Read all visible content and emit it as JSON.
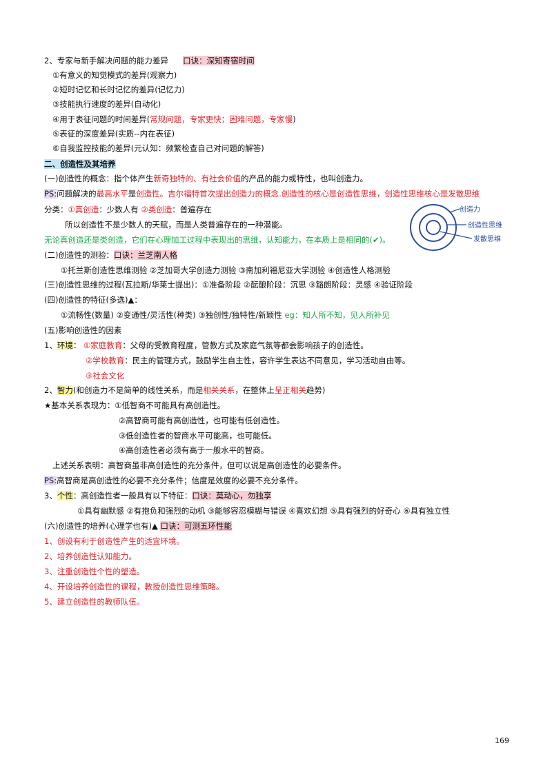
{
  "l1a": "2、专家与新手解决问题的能力差异",
  "l1b": "口诀：深知寄宿时间",
  "l2": "①有意义的知觉模式的差异(观察力)",
  "l3": "②短时记忆和长时记忆的差异(记忆力)",
  "l4": "③技能执行速度的差异(自动化)",
  "l5a": "④用于表征问题的时间差异(",
  "l5b": "常规问题，专家更快；困难问题，专家慢",
  "l5c": ")",
  "l6": "⑤表征的深度差异(实质--内在表征)",
  "l7": "⑥自我监控技能的差异(元认知：频繁检查自己对问题的解答)",
  "l8": "二、创造性及其培养",
  "l9a": "(一)创造性的概念：指个体产生",
  "l9b": "新奇独特的、有社会价值",
  "l9c": "的产品的能力或特性，也叫创造力。",
  "l10a": "PS:",
  "l10b": "问题解决的",
  "l10c": "最高水平",
  "l10d": "是",
  "l10e": "创造性",
  "l10f": "。吉尔福特首次提出创造力的概念.创造性的核心是创造性思维，创造性思维核心是发散思维",
  "l11a": "分类：",
  "l11b": "①真创造",
  "l11c": "：少数人有 ",
  "l11d": "②类创造",
  "l11e": "：普遍存在",
  "l12": "所以创造性不是少数人的天赋，而是人类普遍存在的一种潜能。",
  "l13": "无论真创造还是类创造，它们在心理加工过程中表现出的思维，认知能力，在本质上是相同的(✔)。",
  "l14a": "(二)创造性的测验：",
  "l14b": "口诀：兰芝南人格",
  "l15": "①托兰斯创造性思维测验 ②芝加哥大学创造力测验 ③南加利福尼亚大学测验 ④创造性人格测验",
  "l16": "(三)创造性思维的过程(瓦拉斯/华莱士提出)：①准备阶段 ②酝酿阶段：沉思 ③豁朗阶段：灵感 ④验证阶段",
  "l17": "(四)创造性的特征(多选)▲：",
  "l18a": "①流畅性(数量) ②变通性/灵活性(种类) ③独创性/独特性/新颖性 ",
  "l18b": "eg：知人所不知，见人所补见",
  "l19": "(五)影响创造性的因素",
  "l20a": "1、",
  "l20b": "环境",
  "l20c": "：  ",
  "l20d": "①家庭教育",
  "l20e": "：父母的受教育程度，管教方式及家庭气氛等都会影响孩子的创造性。",
  "l21a": "②学校教育",
  "l21b": "：民主的管理方式，鼓励学生自主性，容许学生表达不同意见，学习活动自由等。",
  "l22": "③社会文化",
  "l23a": "2、",
  "l23b": "智力",
  "l23c": "(和创造力不是简单的线性关系，而是",
  "l23d": "相关关系",
  "l23e": "，在整体上",
  "l23f": "呈正相关",
  "l23g": "趋势)",
  "l24": "★基本关系表现为：①低智商不可能具有高创造性。",
  "l25": "②高智商可能有高创造性，也可能有低创造性。",
  "l26": "③低创造性者的智商水平可能高，也可能低。",
  "l27": "④高创造性者必须有高于一般水平的智商。",
  "l28": "上述关系表明：高智商虽非高创造性的充分条件，但可以说是高创造性的必要条件。",
  "l29a": "PS:",
  "l29b": "高智商是高创造性的必要不充分条件；信度是效度的必要不充分条件。",
  "l30a": "3、",
  "l30b": "个性",
  "l30c": "：高创造性者一般具有以下特征：",
  "l30d": "口诀：莫动心，勿独享",
  "l31": "①具有幽默感 ②有抱负和强烈的动机 ③能够容忍模糊与错误 ④喜欢幻想 ⑤具有强烈的好奇心 ⑥具有独立性",
  "l32a": "(六)创造性的培养(心理学也有)▲   ",
  "l32b": "口诀：可测五环性能",
  "l33": "1、创设有利于创造性产生的适宜环境。",
  "l34": "2、培养创造性认知能力。",
  "l35": "3、注重创造性个性的塑造。",
  "l36": "4、开设培养创造性的课程，教授创造性思维策略。",
  "l37": "5、建立创造性的教师队伍。",
  "diagram": {
    "label_outer": "创造力",
    "label_mid": "创造性思维",
    "label_inner": "发散思维",
    "stroke_color": "#2b4f9e",
    "text_color": "#2b4f9e"
  },
  "page_number": "169"
}
